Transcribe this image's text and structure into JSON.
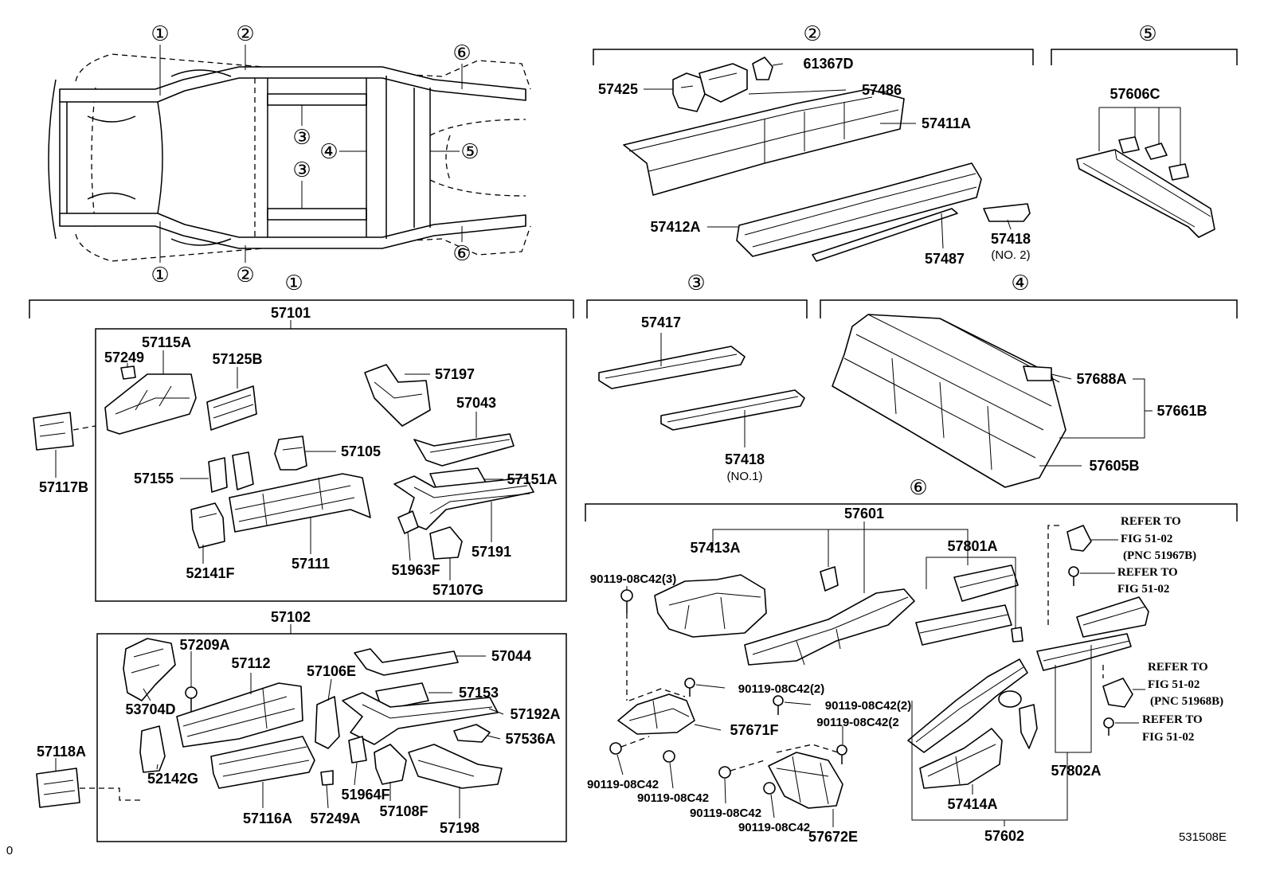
{
  "frame": {
    "c1": "①",
    "c2": "②",
    "c3": "③",
    "c4": "④",
    "c5": "⑤",
    "c6": "⑥"
  },
  "section_2": {
    "header": "②",
    "p61367D": "61367D",
    "p57425": "57425",
    "p57486": "57486",
    "p57411A": "57411A",
    "p57412A": "57412A",
    "p57418": "57418",
    "p57418_note": "(NO. 2)",
    "p57487": "57487"
  },
  "section_5": {
    "header": "⑤",
    "p57606C": "57606C"
  },
  "section_1": {
    "header": "①",
    "group_57101": "57101",
    "p57249": "57249",
    "p57115A": "57115A",
    "p57125B": "57125B",
    "p57197": "57197",
    "p57043": "57043",
    "p57105": "57105",
    "p57155": "57155",
    "p57151A": "57151A",
    "p57117B": "57117B",
    "p52141F": "52141F",
    "p57111": "57111",
    "p57191": "57191",
    "p51963F": "51963F",
    "p57107G": "57107G",
    "group_57102": "57102",
    "p57209A": "57209A",
    "p57112": "57112",
    "p57106E": "57106E",
    "p57044": "57044",
    "p57153": "57153",
    "p57192A": "57192A",
    "p57536A": "57536A",
    "p53704D": "53704D",
    "p57118A": "57118A",
    "p52142G": "52142G",
    "p51964F": "51964F",
    "p57116A": "57116A",
    "p57249A": "57249A",
    "p57108F": "57108F",
    "p57198": "57198"
  },
  "section_3": {
    "header": "③",
    "p57417": "57417",
    "p57418": "57418",
    "p57418_note": "(NO.1)"
  },
  "section_4": {
    "header": "④",
    "p57688A": "57688A",
    "p57661B": "57661B",
    "p57605B": "57605B"
  },
  "section_6": {
    "header": "⑥",
    "group_57601": "57601",
    "p57413A": "57413A",
    "p57801A": "57801A",
    "bolt_3": "90119-08C42(3)",
    "refer_a_1": "REFER TO",
    "refer_a_2": "FIG 51-02",
    "refer_a_pnc": "(PNC 51967B)",
    "refer_b_1": "REFER TO",
    "refer_b_2": "FIG 51-02",
    "refer_c_1": "REFER TO",
    "refer_c_2": "FIG 51-02",
    "refer_c_pnc": "(PNC 51968B)",
    "refer_d_1": "REFER TO",
    "refer_d_2": "FIG 51-02",
    "bolt_2a": "90119-08C42(2)",
    "bolt_2b": "90119-08C42(2)",
    "bolt_2c": "90119-08C42(2",
    "p57671F": "57671F",
    "bolt_a": "90119-08C42",
    "bolt_b": "90119-08C42",
    "bolt_c": "90119-08C42",
    "bolt_d": "90119-08C42",
    "p57672E": "57672E",
    "p57414A": "57414A",
    "p57802A": "57802A",
    "group_57602": "57602"
  },
  "footer": {
    "figure_code": "531508E",
    "page_marker": "0"
  }
}
